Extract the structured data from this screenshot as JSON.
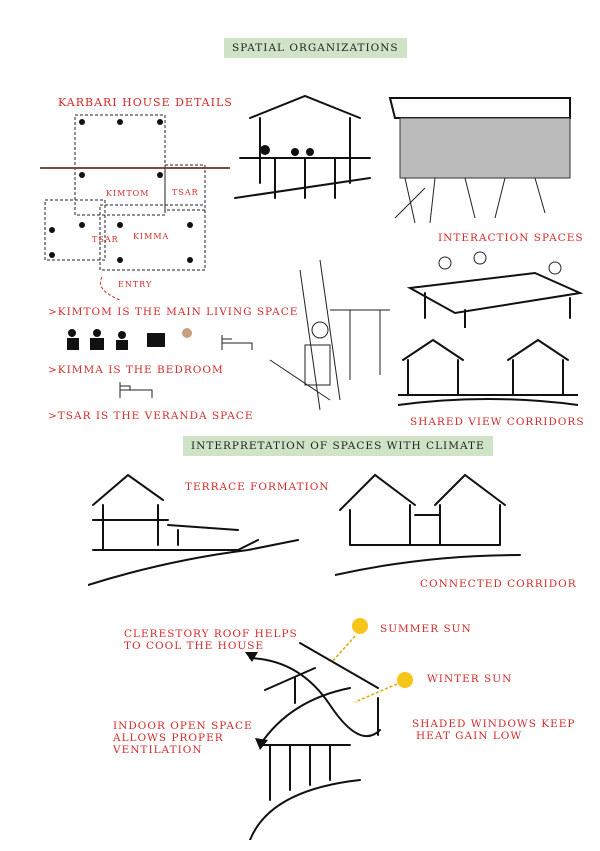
{
  "headings": {
    "spatial": "Spatial Organizations",
    "climate": "Interpretation of Spaces with Climate"
  },
  "plan": {
    "title": "Karbari House Details",
    "kimtom": "Kimtom",
    "tsar1": "Tsar",
    "tsar2": "Tsar",
    "kimma": "Kimma",
    "entry": "Entry"
  },
  "notes": {
    "kimtom": ">Kimtom is the main living space",
    "kimma": ">Kimma is the bedroom",
    "tsar": ">Tsar is the veranda space"
  },
  "captions": {
    "interaction": "Interaction Spaces",
    "corridors": "Shared View Corridors",
    "terrace": "Terrace Formation",
    "connected": "Connected Corridor"
  },
  "climate": {
    "clerestory": [
      "Clerestory roof helps",
      "to cool the house"
    ],
    "summer": "Summer Sun",
    "winter": "Winter Sun",
    "indoor": [
      "Indoor open space",
      "allows proper",
      "ventilation"
    ],
    "shaded": [
      "Shaded windows keep",
      "heat gain low"
    ]
  },
  "colors": {
    "accent": "#d42a2a",
    "banner": "#cfe3c6",
    "sun": "#f5c518"
  }
}
